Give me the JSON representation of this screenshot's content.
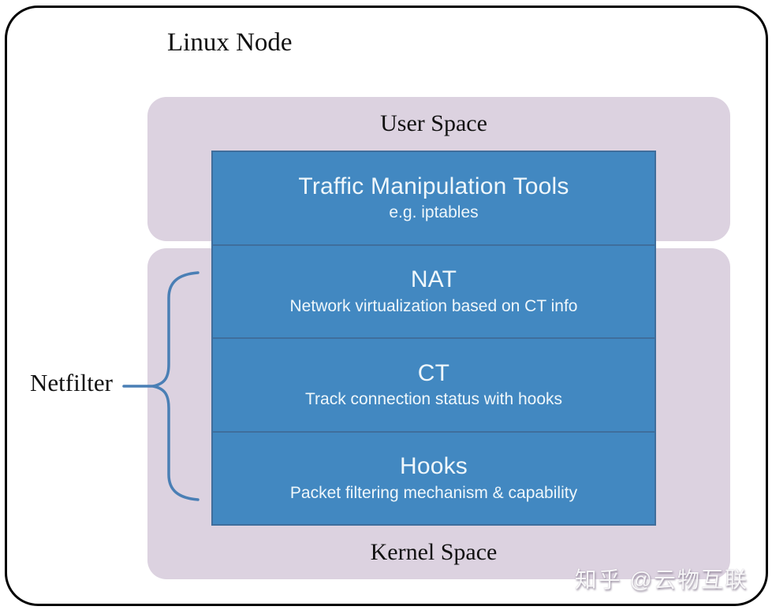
{
  "diagram": {
    "title": "Linux Node",
    "user_space_label": "User Space",
    "kernel_space_label": "Kernel Space",
    "netfilter_label": "Netfilter",
    "stack": [
      {
        "title": "Traffic Manipulation Tools",
        "subtitle": "e.g. iptables",
        "space": "user"
      },
      {
        "title": "NAT",
        "subtitle": "Network virtualization based on CT info",
        "space": "kernel"
      },
      {
        "title": "CT",
        "subtitle": "Track connection status with hooks",
        "space": "kernel"
      },
      {
        "title": "Hooks",
        "subtitle": "Packet filtering mechanism & capability",
        "space": "kernel"
      }
    ],
    "watermark": "知乎 @云物互联",
    "colors": {
      "block_fill": "#4288c1",
      "block_border": "#3f6e9c",
      "block_text": "#eff7fb",
      "space_fill": "#dcd2e0",
      "brace": "#4a7fb5",
      "outer_border": "#000000",
      "label_text": "#111111"
    }
  }
}
